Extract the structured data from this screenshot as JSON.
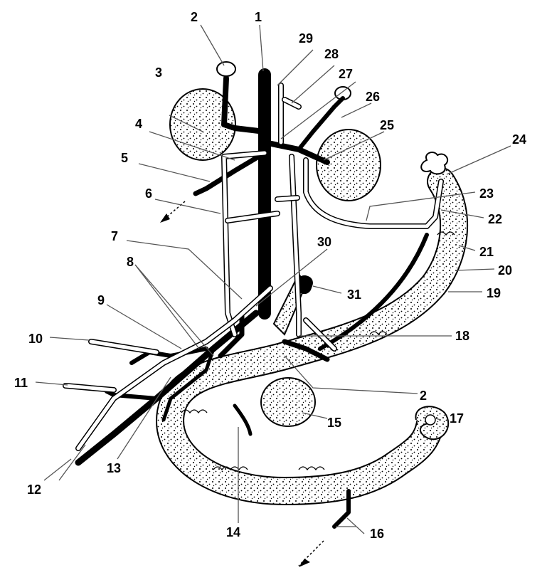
{
  "labels": {
    "n1": "1",
    "n2": "2",
    "n2b": "2",
    "n3": "3",
    "n4": "4",
    "n5": "5",
    "n6": "6",
    "n7": "7",
    "n8": "8",
    "n9": "9",
    "n10": "10",
    "n11": "11",
    "n12": "12",
    "n13": "13",
    "n14": "14",
    "n15": "15",
    "n16": "16",
    "n17": "17",
    "n18": "18",
    "n19": "19",
    "n20": "20",
    "n21": "21",
    "n22": "22",
    "n23": "23",
    "n24": "24",
    "n25": "25",
    "n26": "26",
    "n27": "27",
    "n28": "28",
    "n29": "29",
    "n30": "30",
    "n31": "31"
  },
  "colors": {
    "ink": "#000000",
    "leader": "#555555",
    "background": "#ffffff"
  }
}
